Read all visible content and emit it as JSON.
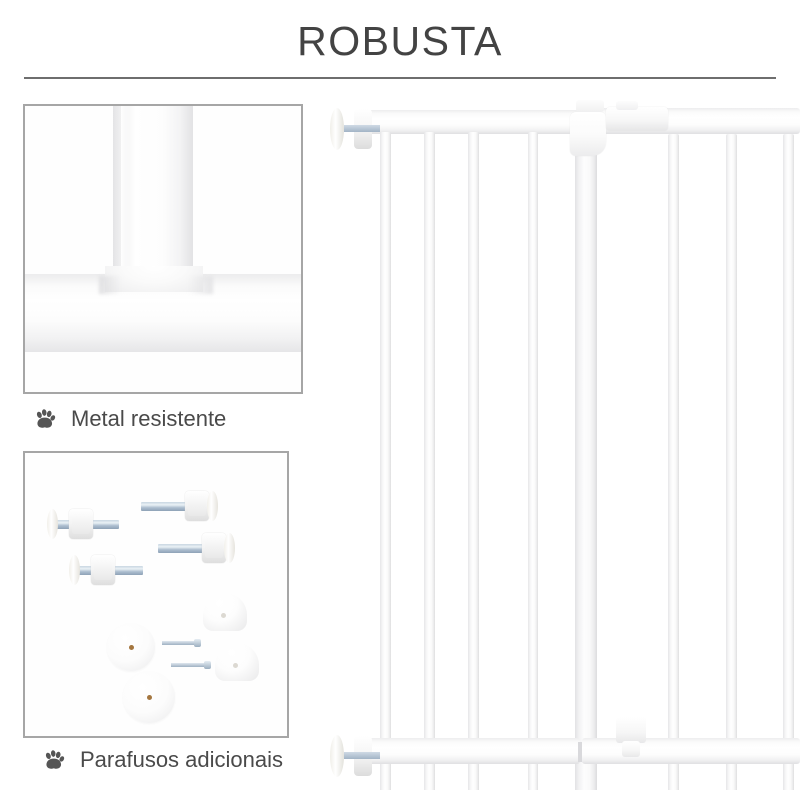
{
  "header": {
    "title": "ROBUSTA",
    "title_color": "#434343",
    "divider_color": "#6e6e6e"
  },
  "features": [
    {
      "id": "metal",
      "caption": "Metal resistente",
      "icon": "paw-icon",
      "photo": "metal-joint-closeup"
    },
    {
      "id": "screws",
      "caption": "Parafusos adicionais",
      "icon": "paw-icon",
      "photo": "mounting-hardware-kit"
    }
  ],
  "main_photo": {
    "name": "pressure-mounted-pet-safety-gate",
    "color": "#ffffff"
  },
  "palette": {
    "background": "#ffffff",
    "text": "#4a4a4a",
    "panel_border": "#a6a6a6",
    "metal_white": "#ffffff",
    "hardware_steel": "#aebfd0"
  }
}
